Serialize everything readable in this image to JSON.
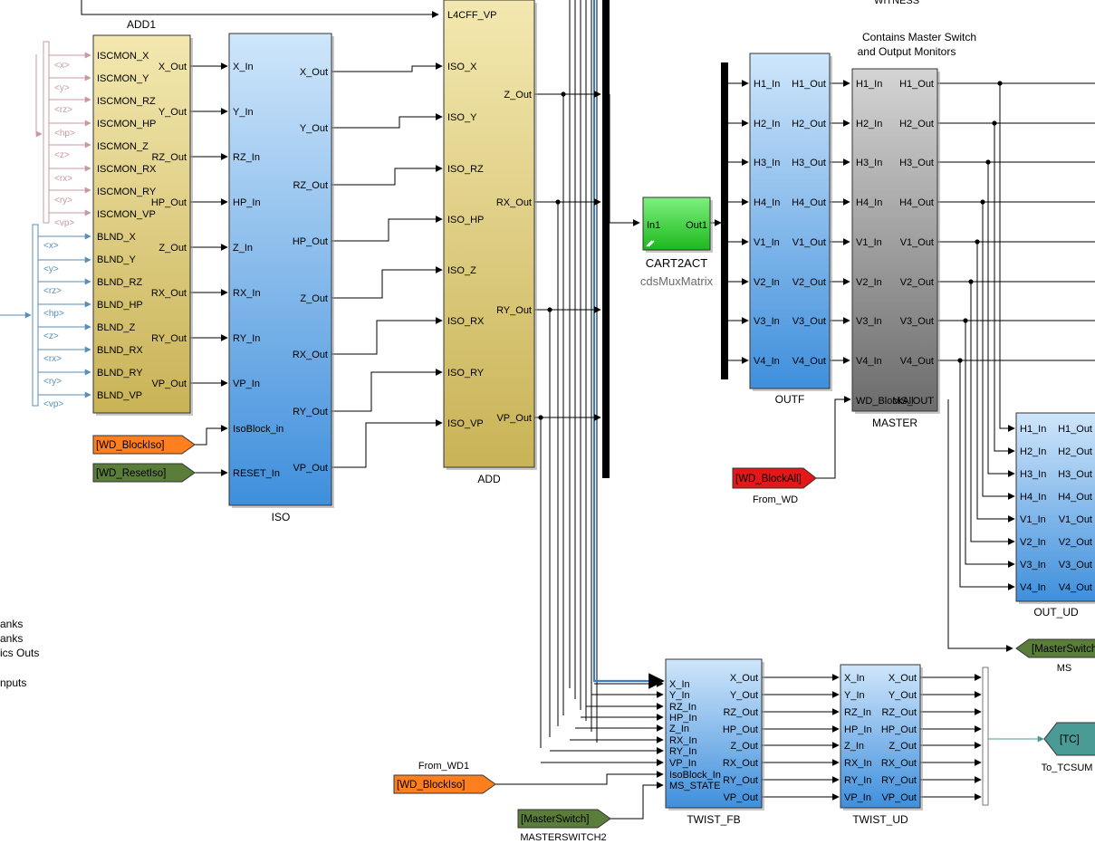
{
  "colors": {
    "wire": "#000000",
    "signal_pink": "#c89aa0",
    "signal_blue": "#5a8fb8",
    "highlight": "#3a7ec8",
    "tag_orange": "#ff7f1e",
    "tag_green": "#5a7d3a",
    "tag_red": "#e31818",
    "tag_teal": "#4a9a96"
  },
  "labels": {
    "top_cut": "WITNESS",
    "master_note_1": "Contains Master Switch",
    "master_note_2": "and Output Monitors",
    "cart2act_name": "CART2ACT",
    "cart2act_lib": "cdsMuxMatrix",
    "cart2act_in": "In1",
    "cart2act_out": "Out1",
    "from_wd": "From_WD",
    "from_wd1": "From_WD1",
    "masterswitch2": "MASTERSWITCH2",
    "ms": "MS",
    "to_tcsum": "To_TCSUM",
    "master_extra_in": "WD_BlockAll",
    "master_extra_out": "MS_OUT",
    "l4cff": "L4CFF_VP"
  },
  "left_signals_pink": [
    "<x>",
    "<y>",
    "<rz>",
    "<hp>",
    "<z>",
    "<rx>",
    "<ry>",
    "<vp>"
  ],
  "left_signals_blue": [
    "<x>",
    "<y>",
    "<rz>",
    "<hp>",
    "<z>",
    "<rx>",
    "<ry>",
    "<vp>"
  ],
  "left_hp_label": "<hp>",
  "legend_fragments": [
    "anks",
    "anks",
    "ics Outs",
    "nputs"
  ],
  "blocks": {
    "add1": {
      "name": "ADD1",
      "inputs": [
        "ISCMON_X",
        "ISCMON_Y",
        "ISCMON_RZ",
        "ISCMON_HP",
        "ISCMON_Z",
        "ISCMON_RX",
        "ISCMON_RY",
        "ISCMON_VP",
        "BLND_X",
        "BLND_Y",
        "BLND_RZ",
        "BLND_HP",
        "BLND_Z",
        "BLND_RX",
        "BLND_RY",
        "BLND_VP"
      ],
      "outputs": [
        "X_Out",
        "Y_Out",
        "RZ_Out",
        "HP_Out",
        "Z_Out",
        "RX_Out",
        "RY_Out",
        "VP_Out"
      ]
    },
    "iso": {
      "name": "ISO",
      "inputs": [
        "X_In",
        "Y_In",
        "RZ_In",
        "HP_In",
        "Z_In",
        "RX_In",
        "RY_In",
        "VP_In",
        "IsoBlock_in",
        "RESET_In"
      ],
      "outputs": [
        "X_Out",
        "Y_Out",
        "RZ_Out",
        "HP_Out",
        "Z_Out",
        "RX_Out",
        "RY_Out",
        "VP_Out"
      ]
    },
    "add": {
      "name": "ADD",
      "inputs": [
        "L4CFF_VP",
        "ISO_X",
        "ISO_Y",
        "ISO_RZ",
        "ISO_HP",
        "ISO_Z",
        "ISO_RX",
        "ISO_RY",
        "ISO_VP"
      ],
      "outputs": [
        "Z_Out",
        "RX_Out",
        "RY_Out",
        "VP_Out"
      ]
    },
    "outf": {
      "name": "OUTF",
      "inputs": [
        "H1_In",
        "H2_In",
        "H3_In",
        "H4_In",
        "V1_In",
        "V2_In",
        "V3_In",
        "V4_In"
      ],
      "outputs": [
        "H1_Out",
        "H2_Out",
        "H3_Out",
        "H4_Out",
        "V1_Out",
        "V2_Out",
        "V3_Out",
        "V4_Out"
      ]
    },
    "master": {
      "name": "MASTER",
      "inputs": [
        "H1_In",
        "H2_In",
        "H3_In",
        "H4_In",
        "V1_In",
        "V2_In",
        "V3_In",
        "V4_In"
      ],
      "outputs": [
        "H1_Out",
        "H2_Out",
        "H3_Out",
        "H4_Out",
        "V1_Out",
        "V2_Out",
        "V3_Out",
        "V4_Out"
      ]
    },
    "out_ud": {
      "name": "OUT_UD",
      "inputs": [
        "H1_In",
        "H2_In",
        "H3_In",
        "H4_In",
        "V1_In",
        "V2_In",
        "V3_In",
        "V4_In"
      ],
      "outputs": [
        "H1_Out",
        "H2_Out",
        "H3_Out",
        "H4_Out",
        "V1_Out",
        "V2_Out",
        "V3_Out",
        "V4_Out"
      ]
    },
    "twist_fb": {
      "name": "TWIST_FB",
      "inputs": [
        "X_In",
        "Y_In",
        "RZ_In",
        "HP_In",
        "Z_In",
        "RX_In",
        "RY_In",
        "VP_In",
        "IsoBlock_In",
        "MS_STATE"
      ],
      "outputs": [
        "X_Out",
        "Y_Out",
        "RZ_Out",
        "HP_Out",
        "Z_Out",
        "RX_Out",
        "RY_Out",
        "VP_Out"
      ]
    },
    "twist_ud": {
      "name": "TWIST_UD",
      "inputs": [
        "X_In",
        "Y_In",
        "RZ_In",
        "HP_In",
        "Z_In",
        "RX_In",
        "RY_In",
        "VP_In"
      ],
      "outputs": [
        "X_Out",
        "Y_Out",
        "RZ_Out",
        "HP_Out",
        "Z_Out",
        "RX_Out",
        "RY_Out",
        "VP_Out"
      ]
    }
  },
  "tags": {
    "wd_blockiso_1": "[WD_BlockIso]",
    "wd_resetiso": "[WD_ResetIso]",
    "wd_blockall": "[WD_BlockAll]",
    "wd_blockiso_2": "[WD_BlockIso]",
    "masterswitch_in": "[MasterSwitch]",
    "masterswitch_out": "[MasterSwitch]",
    "tc": "[TC]"
  }
}
